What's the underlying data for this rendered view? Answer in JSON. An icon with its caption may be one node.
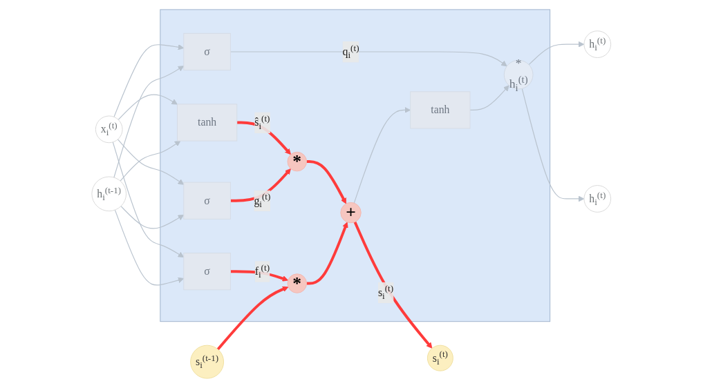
{
  "diagram": {
    "nodes": [
      {
        "text": [],
        "shape": "box"
      },
      {
        "text": [
          "s$_{i}$$^{(t-1)}$"
        ]
      },
      {
        "text": [
          "*"
        ],
        "in": 0
      },
      {
        "text": [
          "+"
        ],
        "in": 0
      },
      {
        "text": [
          "*"
        ],
        "in": 0
      },
      {
        "text": [
          "σ"
        ],
        "in": 0
      },
      {
        "text": [
          "σ"
        ],
        "in": 0
      },
      {
        "text": [
          "tanh"
        ],
        "in": 0
      },
      {
        "text": [
          "σ"
        ],
        "in": 0
      },
      {
        "text": [
          "tanh"
        ],
        "in": 0
      },
      {
        "text": [
          "*",
          "h$_{i}$$^{(t)}$"
        ],
        "in": 0
      },
      {
        "text": [
          "s$_{i}$$^{(t)}$"
        ]
      },
      {
        "text": [
          "h$_{i}$$^{(t)}$"
        ]
      },
      {
        "text": [
          "h$_{i}$$^{(t-1)}$"
        ]
      },
      {
        "text": [
          "h$_{i}$$^{(t)}$"
        ]
      },
      {
        "text": [
          "x$_{i}$$^{(t)}$"
        ]
      }
    ],
    "edges": [
      {
        "from": 1,
        "to": 2,
        "arrow": "to",
        "style": "thick",
        "color": "#ff3b3b"
      },
      {
        "from": 2,
        "to": 3,
        "arrow": "to",
        "style": "thick",
        "color": "#ff3b3b"
      },
      {
        "from": 5,
        "to": 2,
        "arrow": "to",
        "label": "f$_{i}$$^{(t)}$",
        "style": "thick",
        "color": "#ff3b3b"
      },
      {
        "from": 6,
        "to": 4,
        "arrow": "to",
        "label": "g$_{i}$$^{(t)}$",
        "style": "thick",
        "color": "#ff3b3b"
      },
      {
        "from": 7,
        "to": 4,
        "arrow": "to",
        "label": "ŝ$_{i}$$^{(t)}$",
        "style": "thick",
        "color": "#ff3b3b"
      },
      {
        "from": 4,
        "to": 3,
        "arrow": "to",
        "style": "thick",
        "color": "#ff3b3b"
      },
      {
        "from": 3,
        "to": 11,
        "arrow": "to",
        "label": "s$_{i}$$^{(t)}$",
        "style": "thick",
        "color": "#ff3b3b"
      },
      {
        "from": 3,
        "to": 9,
        "arrow": "to"
      },
      {
        "from": 9,
        "to": 10,
        "arrow": "to"
      },
      {
        "from": 8,
        "to": 10,
        "arrow": "to",
        "label": "q$_{i}$$^{(t)}$"
      },
      {
        "from": 10,
        "to": 12,
        "arrow": "to"
      },
      {
        "from": 10,
        "to": 14,
        "arrow": "to"
      },
      {
        "from": 13,
        "to": 5,
        "arrow": "to"
      },
      {
        "from": 13,
        "to": 6,
        "arrow": "to"
      },
      {
        "from": 13,
        "to": 7,
        "arrow": "to"
      },
      {
        "from": 13,
        "to": 8,
        "arrow": "to"
      },
      {
        "from": 15,
        "to": 5,
        "arrow": "to"
      },
      {
        "from": 15,
        "to": 6,
        "arrow": "to"
      },
      {
        "from": 15,
        "to": 7,
        "arrow": "to"
      },
      {
        "from": 15,
        "to": 8,
        "arrow": "to"
      }
    ]
  }
}
